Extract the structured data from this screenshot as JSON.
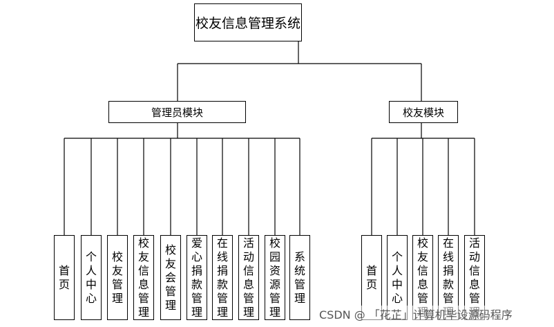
{
  "root": {
    "label": "校友信息管理系统"
  },
  "modules": [
    {
      "label": "管理员模块",
      "items": [
        "首页",
        "个人中心",
        "校友管理",
        "校友信息管理",
        "校友会管理",
        "爱心捐款管理",
        "在线捐款管理",
        "活动信息管理",
        "校园资源管理",
        "系统管理"
      ]
    },
    {
      "label": "校友模块",
      "items": [
        "首页",
        "个人中心",
        "校友信息管理",
        "在线捐款管理",
        "活动信息管理"
      ]
    }
  ],
  "watermark": "CSDN @ 「花芷」计算机毕设源码程序"
}
